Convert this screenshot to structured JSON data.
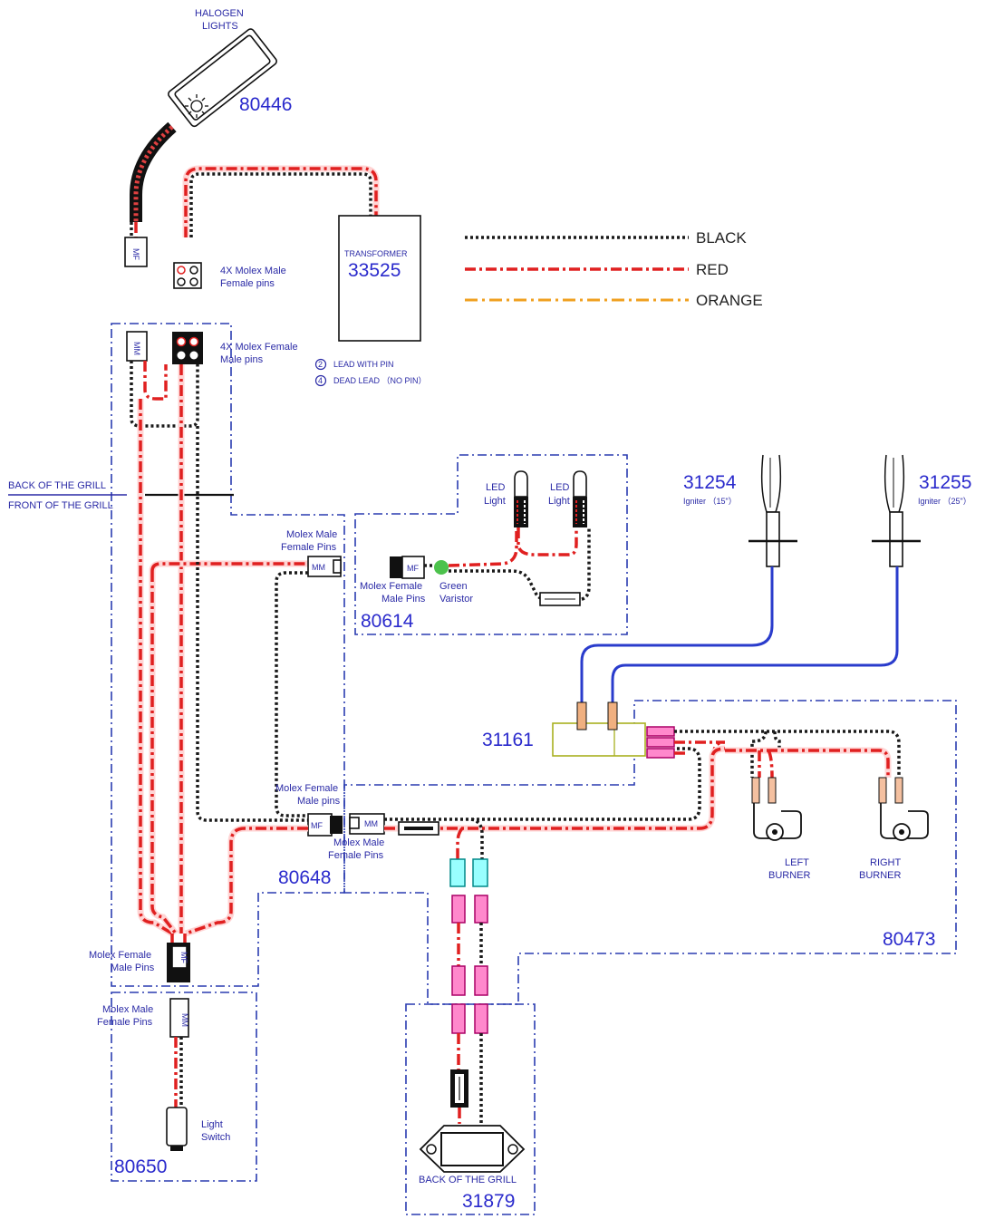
{
  "legend": {
    "black": "BLACK",
    "red": "RED",
    "orange": "ORANGE",
    "lead_with_pin": "LEAD WITH PIN",
    "dead_lead": "DEAD LEAD （NO PIN）",
    "pin_2": "2",
    "pin_4": "4"
  },
  "colors": {
    "black_wire": "#1a1a1a",
    "red_wire": "#e02020",
    "orange_wire": "#f0a020",
    "blue_wire": "#2a3ccc",
    "label_blue": "#2a2aa6"
  },
  "halogen": {
    "title_line1": "HALOGEN",
    "title_line2": "LIGHTS",
    "part": "80446",
    "icon": "sun-icon"
  },
  "transformer": {
    "title": "TRANSFORMER",
    "part": "33525"
  },
  "connectors": {
    "c4x_male_line1": "4X Molex Male",
    "c4x_male_line2": "Female pins",
    "c4x_female_line1": "4X Molex Female",
    "c4x_female_line2": "Male pins",
    "molex_male_fp_line1": "Molex Male",
    "molex_male_fp_line2": "Female Pins",
    "molex_female_mp_line1": "Molex Female",
    "molex_female_mp_line2": "Male pins",
    "molex_male_fp2_line1": "Molex Male",
    "molex_male_fp2_line2": "Female Pins",
    "molex_female_mp3_line1": "Molex Female",
    "molex_female_mp3_line2": "Male Pins",
    "molex_male_fp3_line1": "Molex Male",
    "molex_male_fp3_line2": "Female Pins",
    "mf": "MF",
    "mm": "MM"
  },
  "grill": {
    "back": "BACK OF THE GRILL",
    "front": "FRONT OF THE GRILL"
  },
  "led_module": {
    "part": "80614",
    "led": "LED",
    "light": "Light",
    "molex_line1": "Molex Female",
    "molex_line2": "Male Pins",
    "varistor_line1": "Green",
    "varistor_line2": "Varistor"
  },
  "igniters": [
    {
      "part": "31254",
      "label": "Igniter （15\"）"
    },
    {
      "part": "31255",
      "label": "Igniter （25\"）"
    }
  ],
  "ignition_module": {
    "part": "31161"
  },
  "burners": [
    {
      "line1": "LEFT",
      "line2": "BURNER"
    },
    {
      "line1": "RIGHT",
      "line2": "BURNER"
    }
  ],
  "harnesses": {
    "main": "80648",
    "burner": "80473",
    "switch": "80650"
  },
  "light_switch": {
    "line1": "Light",
    "line2": "Switch"
  },
  "spark_generator": {
    "label": "BACK OF THE GRILL",
    "part": "31879"
  }
}
